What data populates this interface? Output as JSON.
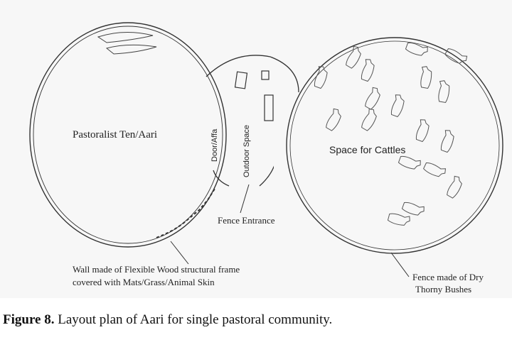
{
  "diagram": {
    "labels": {
      "hut": "Pastoralist Ten/Aari",
      "door": "Door/Affa",
      "outdoor": "Outdoor Space",
      "cattle": "Space for Cattles",
      "entrance": "Fence Entrance",
      "wall": [
        "Wall made of Flexible Wood structural frame",
        "covered with Mats/Grass/Animal Skin"
      ],
      "fence": [
        "Fence made of  Dry",
        "Thorny Bushes"
      ]
    }
  },
  "caption": {
    "label": "Figure 8.",
    "text": " Layout plan of Aari for single pastoral community."
  }
}
